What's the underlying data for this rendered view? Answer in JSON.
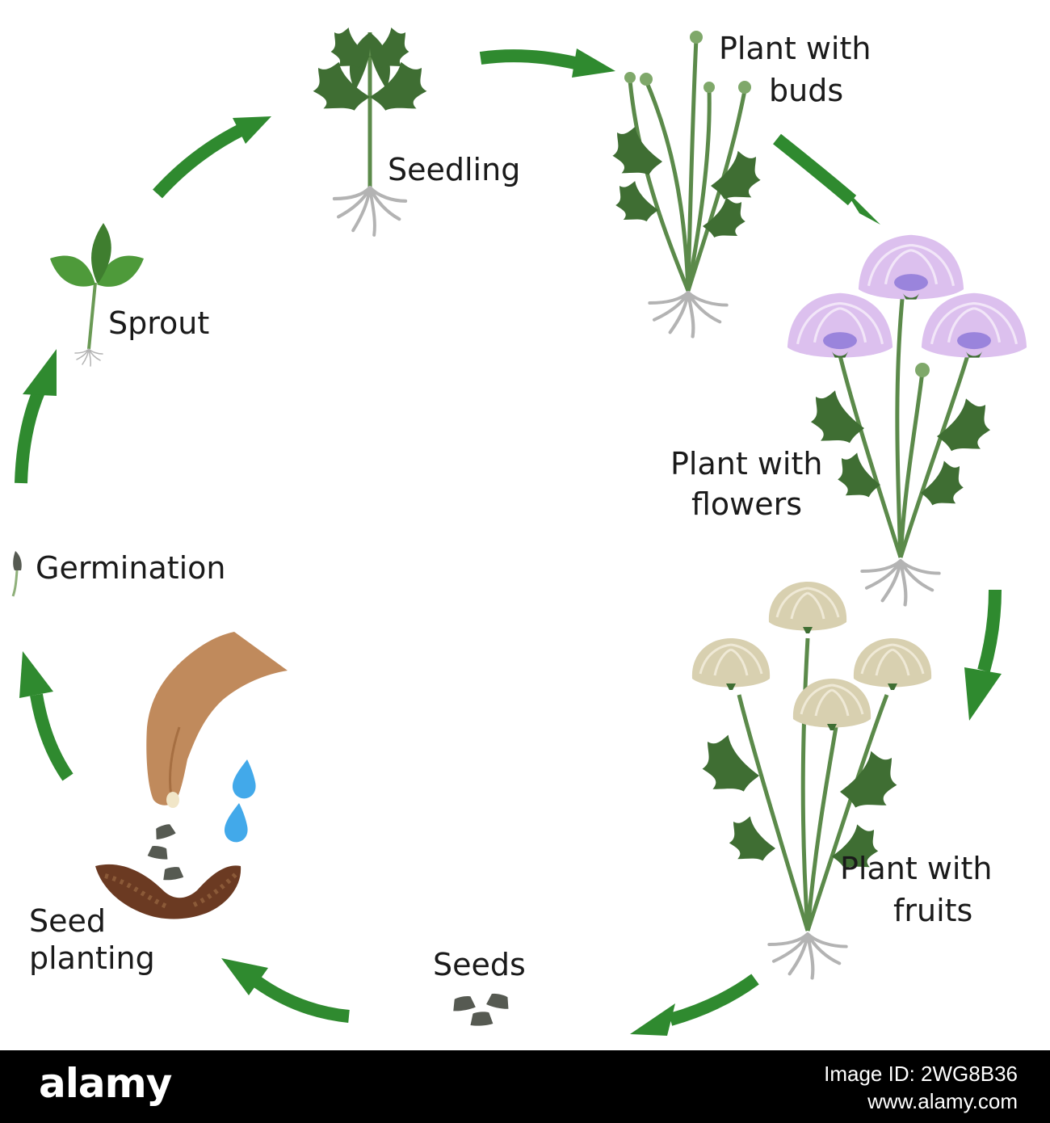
{
  "stages": {
    "seedling": "Seedling",
    "buds_line1": "Plant with",
    "buds_line2": "buds",
    "flowers_line1": "Plant with",
    "flowers_line2": "flowers",
    "fruits_line1": "Plant with",
    "fruits_line2": "fruits",
    "seeds": "Seeds",
    "planting_line1": "Seed",
    "planting_line2": "planting",
    "germination": "Germination",
    "sprout": "Sprout"
  },
  "footer": {
    "brand": "alamy",
    "image_id": "Image ID: 2WG8B36",
    "site": "www.alamy.com"
  },
  "colors": {
    "arrow": "#2f8a2f",
    "leaf": "#3f6e33",
    "flower": "#dcc0ee",
    "flower_center": "#9a84dc",
    "fruit": "#d8d0b0",
    "soil": "#6b3a22",
    "hand": "#c08a5c",
    "water": "#42a9ea",
    "seed": "#565a52"
  }
}
